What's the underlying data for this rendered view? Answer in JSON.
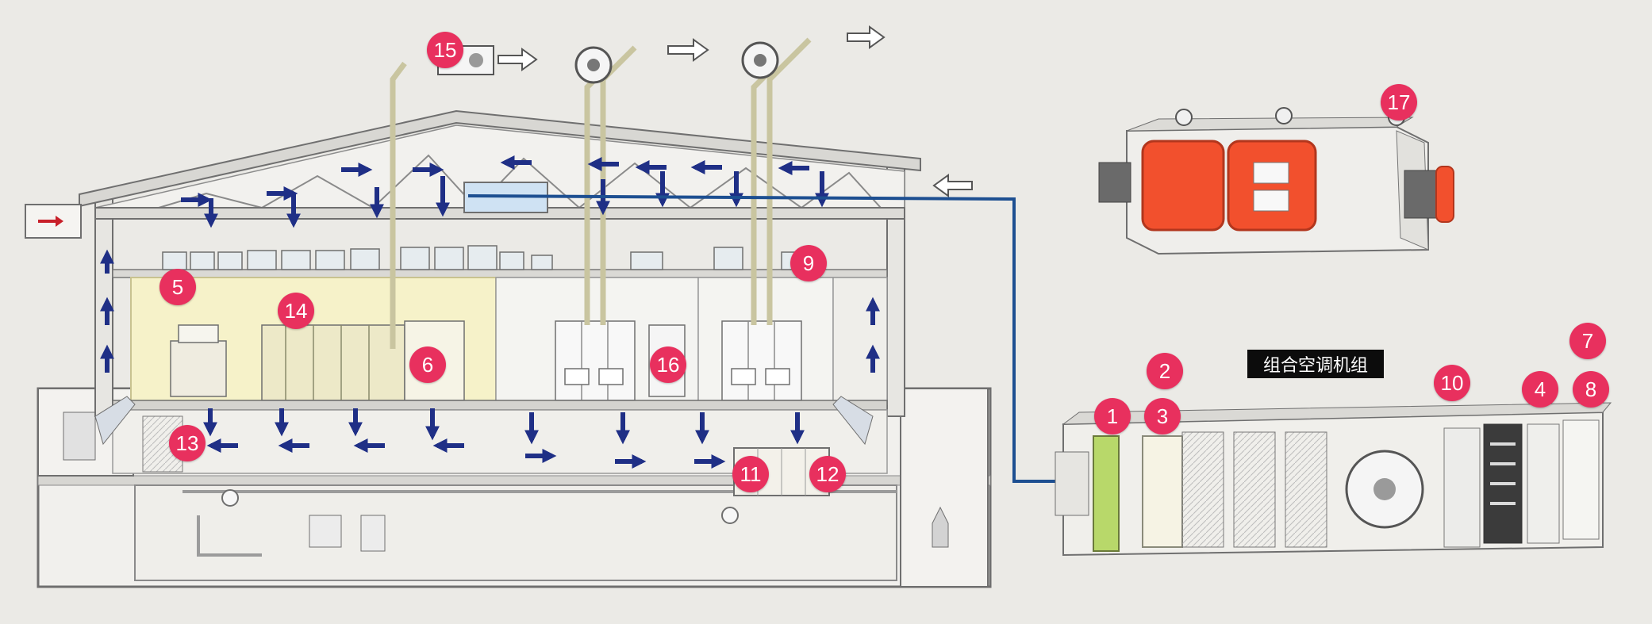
{
  "ahu_label": "组合空调机组",
  "markers": [
    "1",
    "2",
    "3",
    "4",
    "5",
    "6",
    "7",
    "8",
    "9",
    "10",
    "11",
    "12",
    "13",
    "14",
    "15",
    "16",
    "17"
  ],
  "colors": {
    "background": "#ebeae6",
    "marker": "#e8305e",
    "flow_arrow": "#1f2f86",
    "duct_line": "#1d4f91",
    "damper_panel": "#f2502d",
    "filter_green": "#b8d86a",
    "cleanroom_glow": "#f6f2c9"
  },
  "icons": {
    "airflow": "navy-arrow-icon",
    "exhaust": "white-outline-arrow-icon",
    "fan": "centrifugal-fan-icon",
    "filter": "hepa-filter-box-icon"
  }
}
